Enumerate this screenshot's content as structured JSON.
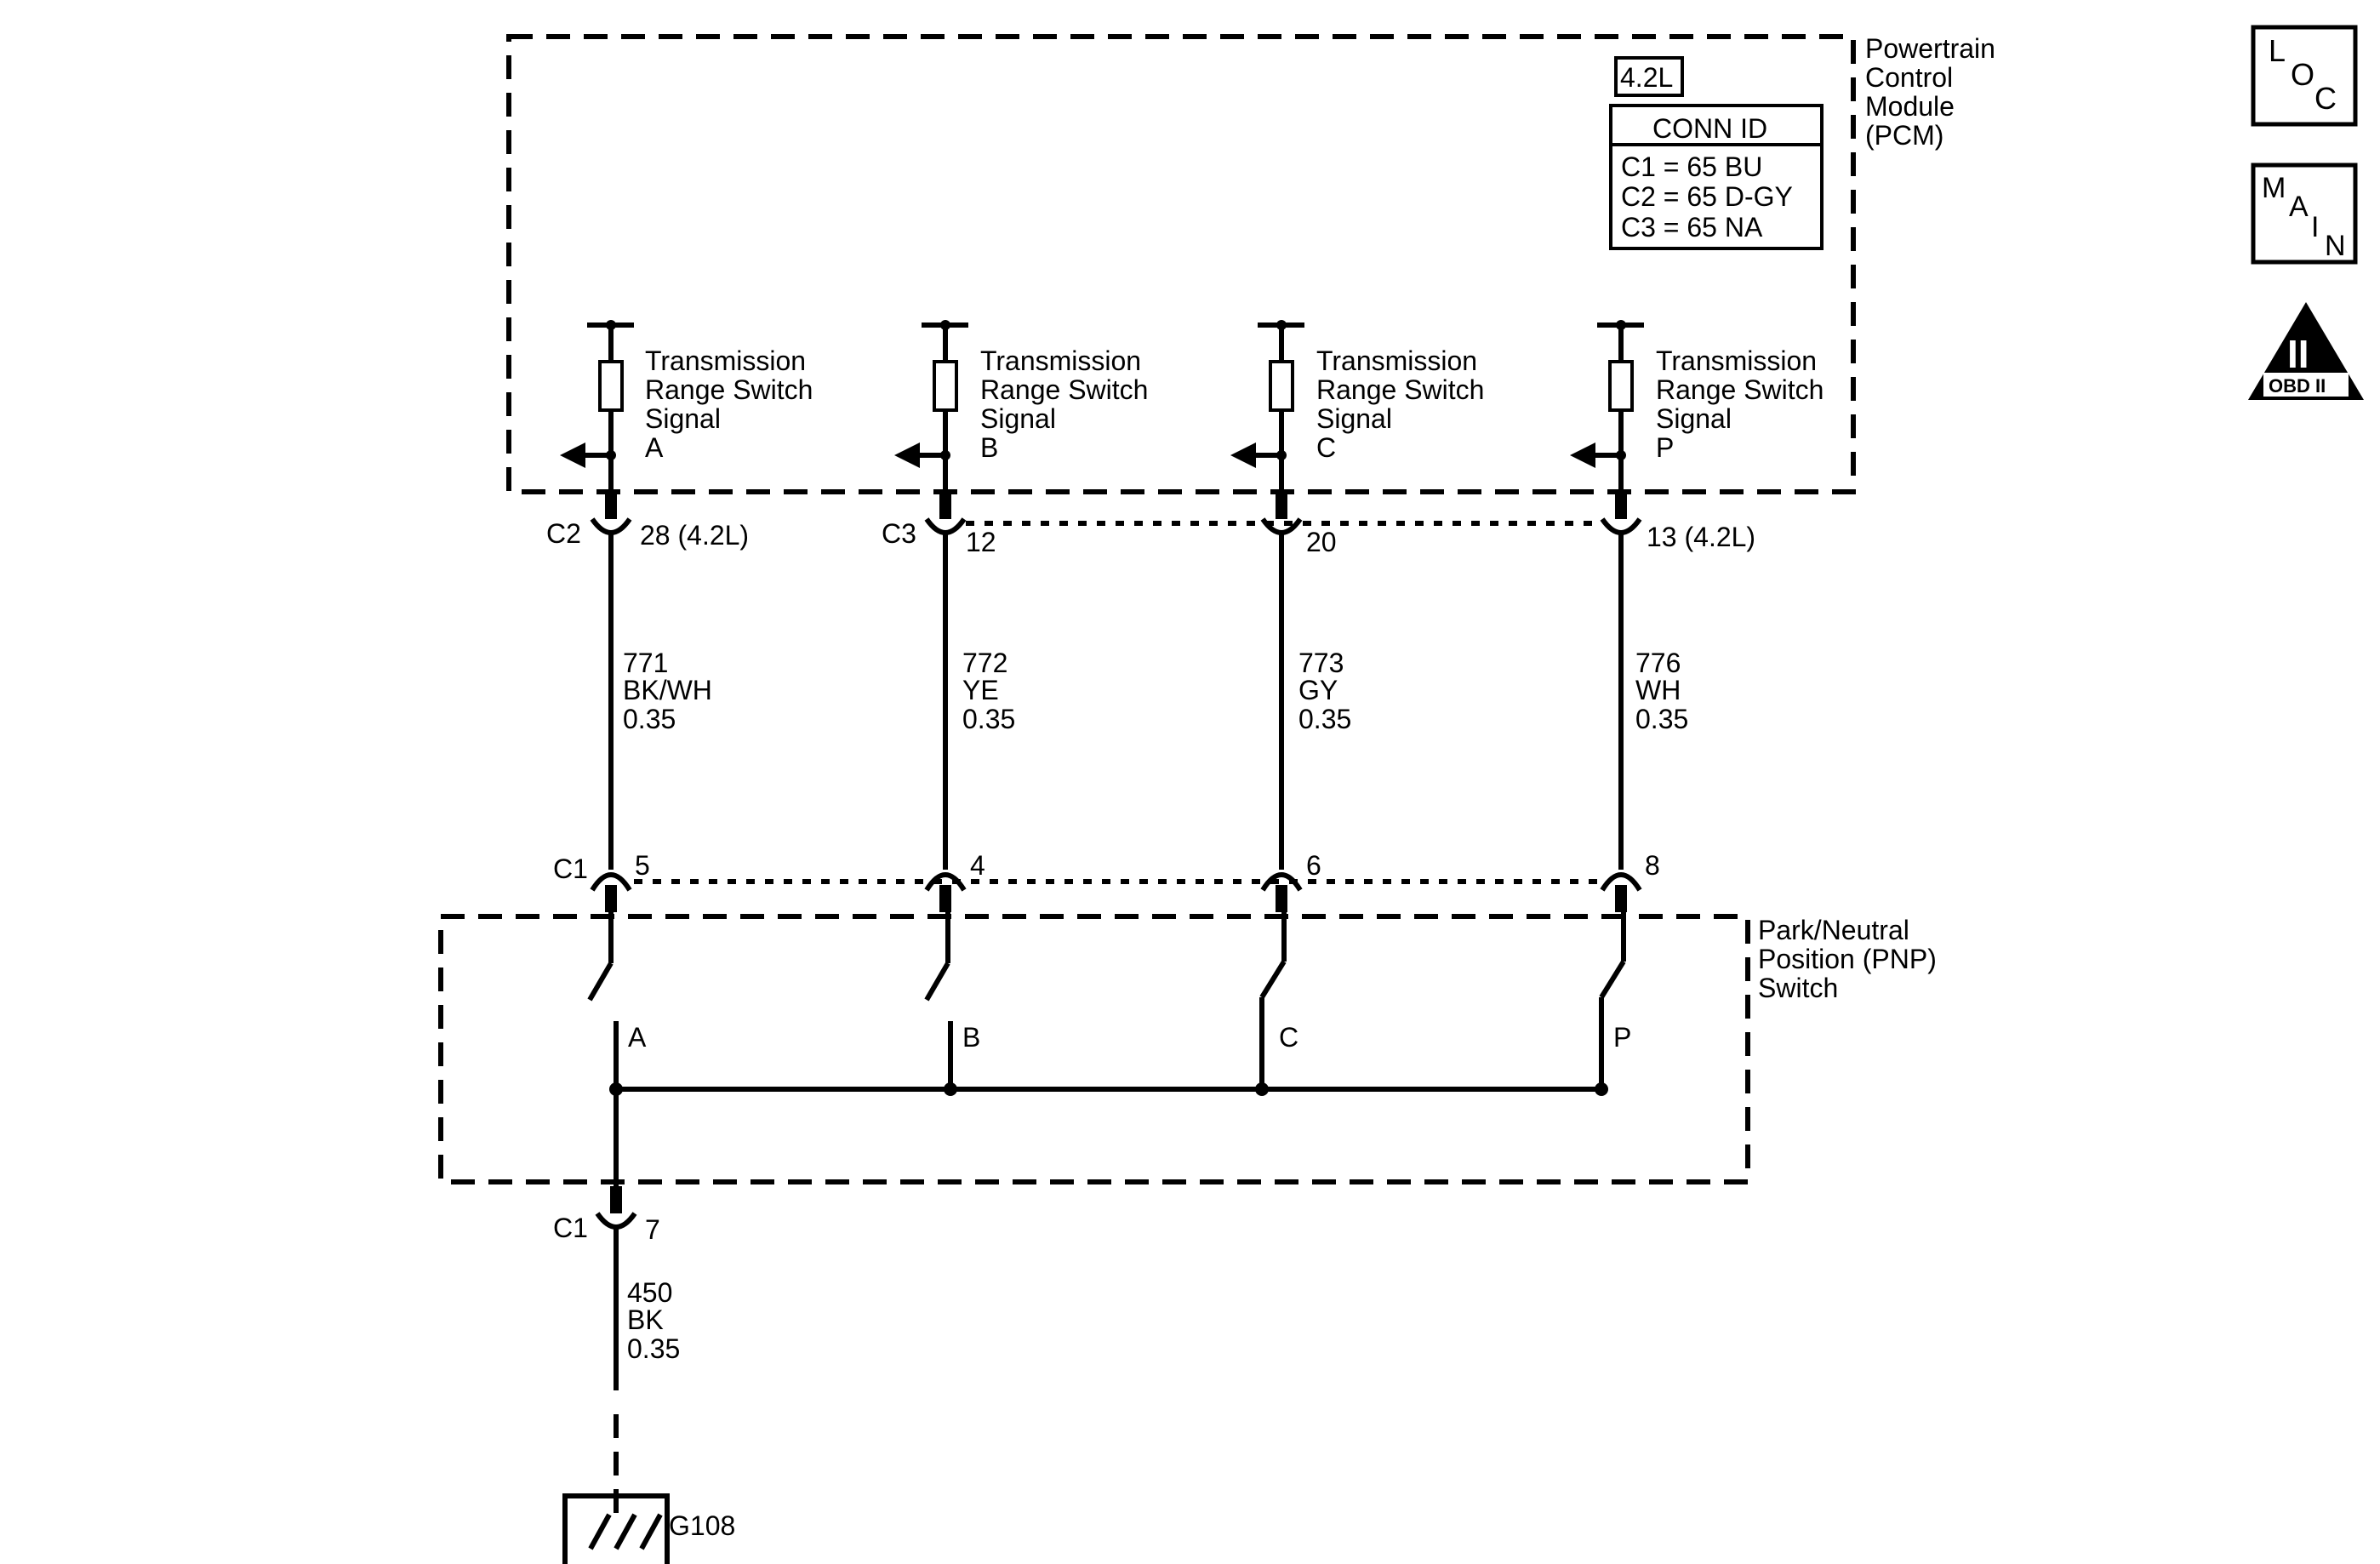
{
  "pcm": {
    "label_lines": [
      "Powertrain",
      "Control",
      "Module",
      "(PCM)"
    ],
    "engine_tag": "4.2L",
    "conn_id_header": "CONN ID",
    "conn_id_rows": [
      "C1 = 65 BU",
      "C2 = 65 D-GY",
      "C3 = 65 NA"
    ]
  },
  "signals": [
    {
      "lines": [
        "Transmission",
        "Range Switch",
        "Signal",
        "A"
      ],
      "pcm_connector": "C2",
      "pcm_pin": "28 (4.2L)",
      "circuit": "771",
      "color": "BK/WH",
      "gauge": "0.35",
      "pnp_connector": "C1",
      "pnp_pin": "5",
      "switch_label": "A"
    },
    {
      "lines": [
        "Transmission",
        "Range Switch",
        "Signal",
        "B"
      ],
      "pcm_connector": "C3",
      "pcm_pin": "12",
      "circuit": "772",
      "color": "YE",
      "gauge": "0.35",
      "pnp_connector": "",
      "pnp_pin": "4",
      "switch_label": "B"
    },
    {
      "lines": [
        "Transmission",
        "Range Switch",
        "Signal",
        "C"
      ],
      "pcm_connector": "",
      "pcm_pin": "20",
      "circuit": "773",
      "color": "GY",
      "gauge": "0.35",
      "pnp_connector": "",
      "pnp_pin": "6",
      "switch_label": "C"
    },
    {
      "lines": [
        "Transmission",
        "Range Switch",
        "Signal",
        "P"
      ],
      "pcm_connector": "",
      "pcm_pin": "13 (4.2L)",
      "circuit": "776",
      "color": "WH",
      "gauge": "0.35",
      "pnp_connector": "",
      "pnp_pin": "8",
      "switch_label": "P"
    }
  ],
  "pnp": {
    "label_lines": [
      "Park/Neutral",
      "Position (PNP)",
      "Switch"
    ]
  },
  "ground": {
    "connector": "C1",
    "pin": "7",
    "circuit": "450",
    "color": "BK",
    "gauge": "0.35",
    "ground_id": "G108"
  },
  "nav_icons": [
    {
      "name": "loc-button",
      "letters": [
        "L",
        "O",
        "C"
      ]
    },
    {
      "name": "main-button",
      "letters": [
        "M",
        "A",
        "I",
        "N"
      ]
    },
    {
      "name": "obd-ii-icon",
      "symbol": "II",
      "caption": "OBD II"
    }
  ]
}
